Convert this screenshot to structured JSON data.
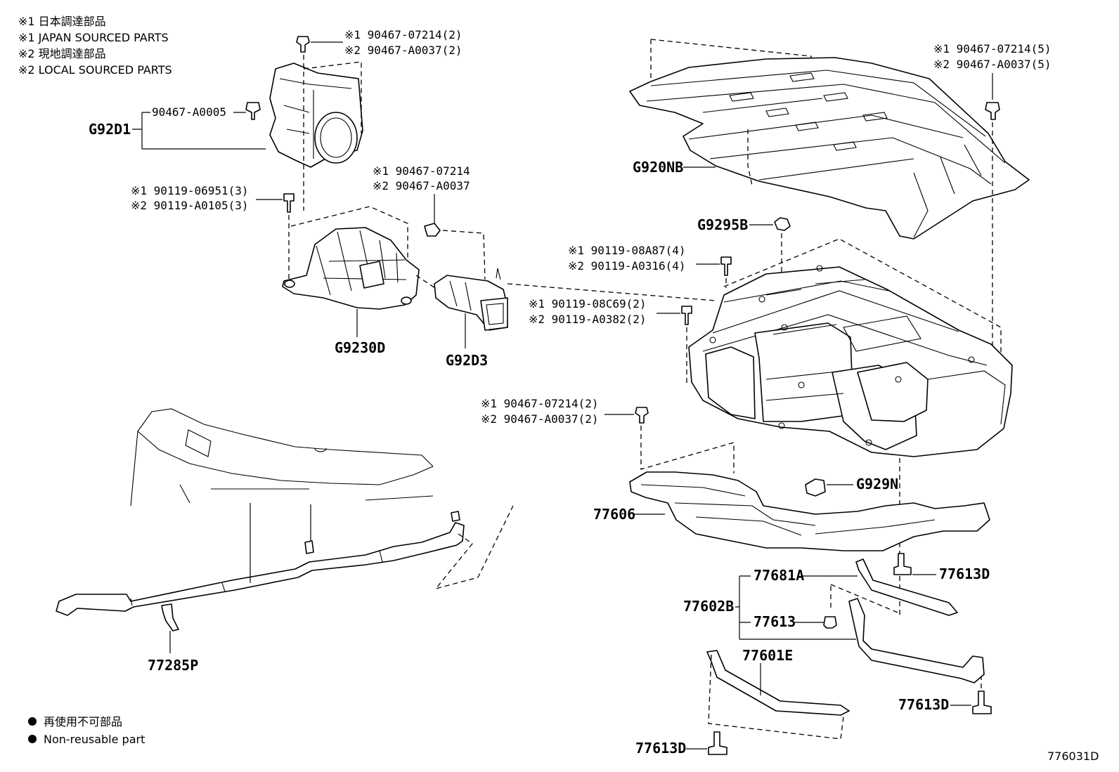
{
  "notes": {
    "note1_jp": "※1 日本調達部品",
    "note1_en": "※1 JAPAN SOURCED PARTS",
    "note2_jp": "※2 現地調達部品",
    "note2_en": "※2 LOCAL SOURCED PARTS"
  },
  "legend": {
    "non_reusable_jp": "再使用不可部品",
    "non_reusable_en": "Non-reusable part"
  },
  "figure_id": "776031D",
  "parts": {
    "g92d1": "G92D1",
    "g92d1_bolt": "90467-A0005",
    "clip_top_1": "※1 90467-07214(2)",
    "clip_top_2": "※2 90467-A0037(2)",
    "screw_a_1": "※1 90119-06951(3)",
    "screw_a_2": "※2 90119-A0105(3)",
    "clip_mid_1": "※1 90467-07214",
    "clip_mid_2": "※2 90467-A0037",
    "g9230d": "G9230D",
    "g92d3": "G92D3",
    "g920nb": "G920NB",
    "clip_right_1": "※1 90467-07214(5)",
    "clip_right_2": "※2 90467-A0037(5)",
    "g9295b": "G9295B",
    "bolt_b_1": "※1 90119-08A87(4)",
    "bolt_b_2": "※2 90119-A0316(4)",
    "bolt_c_1": "※1 90119-08C69(2)",
    "bolt_c_2": "※2 90119-A0382(2)",
    "clip_low_1": "※1 90467-07214(2)",
    "clip_low_2": "※2 90467-A0037(2)",
    "g929n": "G929N",
    "p77606": "77606",
    "p77681a": "77681A",
    "p77602b": "77602B",
    "p77613": "77613",
    "p77613d_a": "77613D",
    "p77601e": "77601E",
    "p77613d_b": "77613D",
    "p77613d_c": "77613D",
    "p77285p": "77285P"
  }
}
